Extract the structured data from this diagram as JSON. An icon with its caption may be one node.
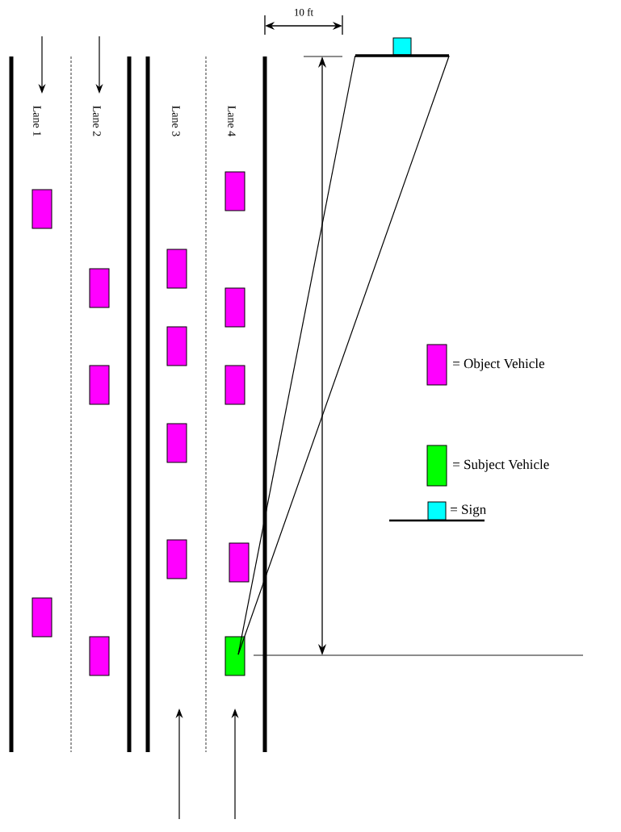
{
  "diagram": {
    "nodes": [
      {
        "text": [],
        "shape": "bar"
      },
      {
        "text": [],
        "shape": "box"
      }
    ],
    "edges": [
      {
        "from": 1,
        "to": 0,
        "arrow": "none"
      },
      {
        "from": 1,
        "to": 0,
        "arrow": "none"
      }
    ],
    "labels": [
      "10 ft",
      "Lane 1",
      "Lane 2",
      "Lane 3",
      "Lane 4"
    ],
    "legend": [
      {
        "text": "= Object Vehicle",
        "color": "#ff00ff"
      },
      {
        "text": "= Subject Vehicle",
        "color": "#00ff00"
      },
      {
        "text": "= Sign"
      }
    ]
  }
}
